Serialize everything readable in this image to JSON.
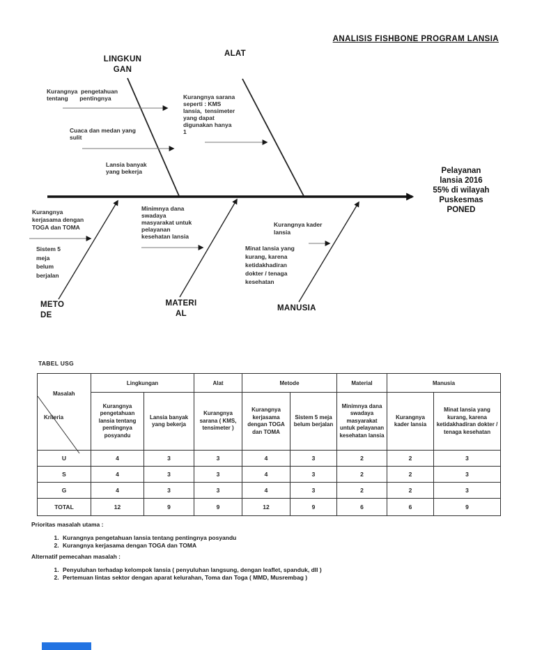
{
  "title": "ANALISIS FISHBONE PROGRAM LANSIA",
  "fishbone": {
    "effect": "Pelayanan\nlansia 2016\n55% di wilayah\nPuskesmas\nPONED",
    "lingkungan": {
      "label": "LINGKUN\nGAN",
      "cause1": "Kurangnya  pengetahuan\ntentang       pentingnya",
      "cause2": "Cuaca dan medan yang\nsulit",
      "cause3": "Lansia banyak\nyang bekerja"
    },
    "alat": {
      "label": "ALAT",
      "cause1": "Kurangnya sarana\nseperti : KMS\nlansia,  tensimeter\nyang dapat\ndigunakan hanya\n1"
    },
    "metode": {
      "label": "METO\nDE",
      "cause1": "Kurangnya\nkerjasama dengan\nTOGA dan TOMA",
      "cause2": "Sistem 5\nmeja\nbelum\nberjalan"
    },
    "material": {
      "label": "MATERI\nAL",
      "cause1": "Minimnya dana\nswadaya\nmasyarakat untuk\npelayanan\nkesehatan lansia"
    },
    "manusia": {
      "label": "MANUSIA",
      "cause1": "Kurangnya kader\nlansia",
      "cause2": "Minat lansia yang\nkurang, karena\nketidakhadiran\ndokter / tenaga\nkesehatan"
    }
  },
  "table": {
    "caption": "TABEL USG",
    "corner": {
      "masalah": "Masalah",
      "kriteria": "Kriteria"
    },
    "groups": [
      "Lingkungan",
      "Alat",
      "Metode",
      "Material",
      "Manusia"
    ],
    "subheaders": [
      "Kurangnya pengetahuan lansia tentang pentingnya posyandu",
      "Lansia banyak yang bekerja",
      "Kurangnya sarana ( KMS, tensimeter )",
      "Kurangnya kerjasama dengan TOGA dan TOMA",
      "Sistem 5 meja belum berjalan",
      "Minimnya dana swadaya masyarakat untuk pelayanan kesehatan lansia",
      "Kurangnya kader lansia",
      "Minat lansia yang kurang, karena ketidakhadiran dokter / tenaga kesehatan"
    ],
    "rows": [
      {
        "label": "U",
        "values": [
          "4",
          "3",
          "3",
          "4",
          "3",
          "2",
          "2",
          "3"
        ]
      },
      {
        "label": "S",
        "values": [
          "4",
          "3",
          "3",
          "4",
          "3",
          "2",
          "2",
          "3"
        ]
      },
      {
        "label": "G",
        "values": [
          "4",
          "3",
          "3",
          "4",
          "3",
          "2",
          "2",
          "3"
        ]
      },
      {
        "label": "TOTAL",
        "values": [
          "12",
          "9",
          "9",
          "12",
          "9",
          "6",
          "6",
          "9"
        ]
      }
    ]
  },
  "priorities": {
    "heading": "Prioritas masalah utama :",
    "items": [
      "Kurangnya pengetahuan lansia tentang pentingnya posyandu",
      "Kurangnya kerjasama dengan TOGA dan TOMA"
    ]
  },
  "alternatives": {
    "heading": "Alternatif pemecahan masalah :",
    "items": [
      "Penyuluhan terhadap kelompok lansia ( penyuluhan langsung, dengan leaflet, spanduk, dll )",
      "Pertemuan lintas sektor dengan aparat kelurahan, Toma dan Toga ( MMD, Musrembag )"
    ]
  }
}
